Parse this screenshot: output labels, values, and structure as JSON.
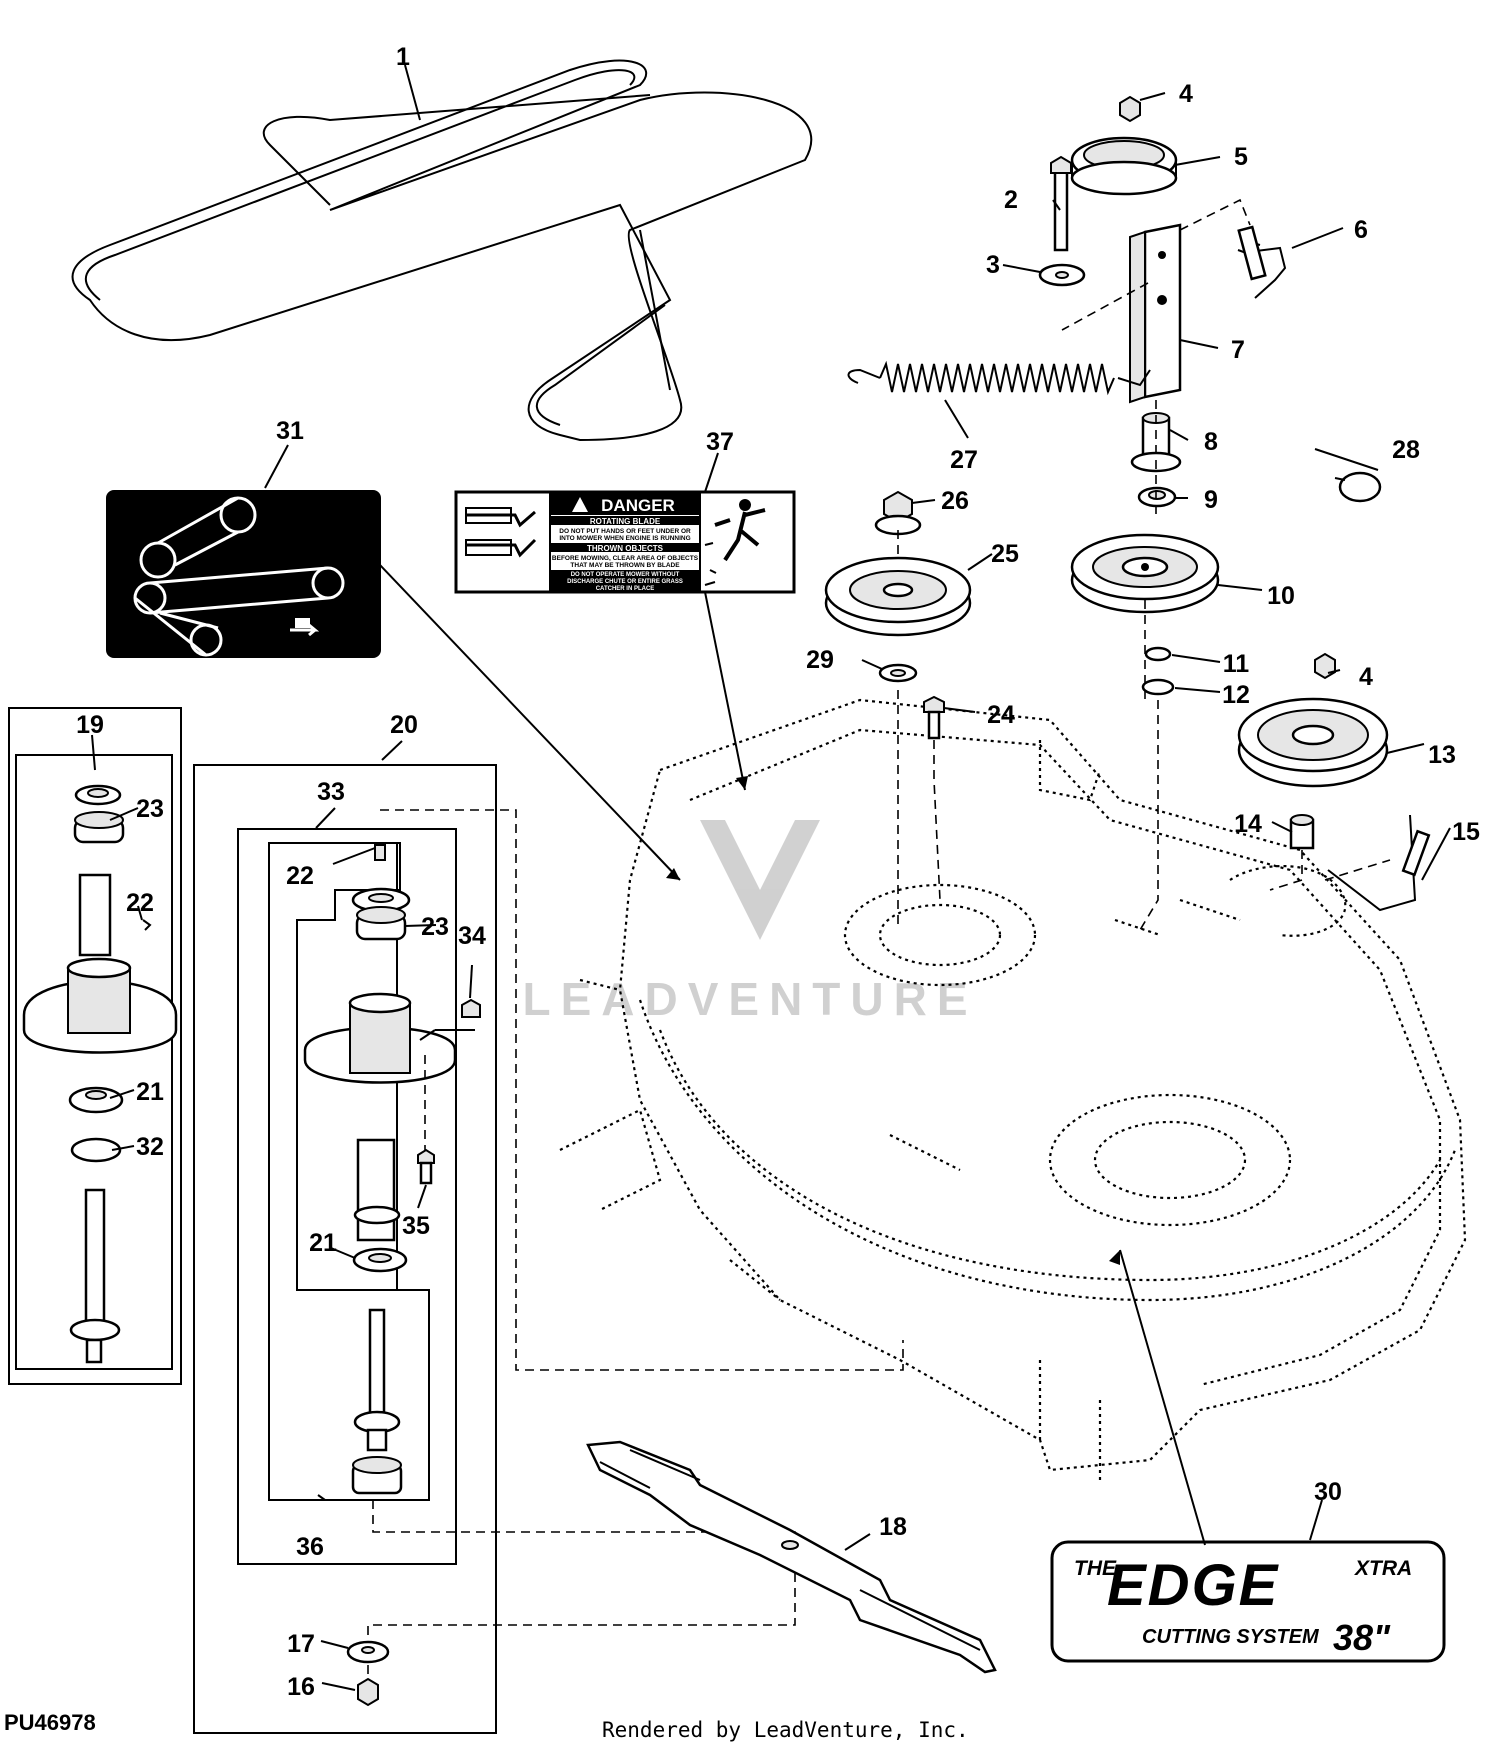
{
  "figure_id": "PU46978",
  "credit": "Rendered by LeadVenture, Inc.",
  "watermark": "LEADVENTURE",
  "callouts": [
    "1",
    "2",
    "3",
    "4",
    "5",
    "6",
    "7",
    "8",
    "9",
    "10",
    "11",
    "12",
    "13",
    "14",
    "15",
    "16",
    "17",
    "18",
    "19",
    "20",
    "21",
    "22",
    "23",
    "24",
    "25",
    "26",
    "27",
    "28",
    "29",
    "30",
    "31",
    "32",
    "33",
    "34",
    "35",
    "36",
    "37"
  ],
  "danger_label": {
    "title": "DANGER",
    "line1": "ROTATING BLADE",
    "line2": "DO NOT PUT HANDS OR FEET UNDER OR",
    "line3": "INTO MOWER WHEN ENGINE IS RUNNING",
    "line4": "THROWN OBJECTS",
    "line5": "BEFORE MOWING, CLEAR AREA OF OBJECTS",
    "line6": "THAT MAY BE THROWN BY BLADE",
    "line7": "DO NOT OPERATE MOWER WITHOUT",
    "line8": "DISCHARGE CHUTE OR ENTIRE GRASS",
    "line9": "CATCHER IN PLACE"
  },
  "edge_decal": {
    "prefix": "THE",
    "brand": "EDGE",
    "suffix": "XTRA",
    "system": "CUTTING SYSTEM",
    "size": "38\""
  }
}
